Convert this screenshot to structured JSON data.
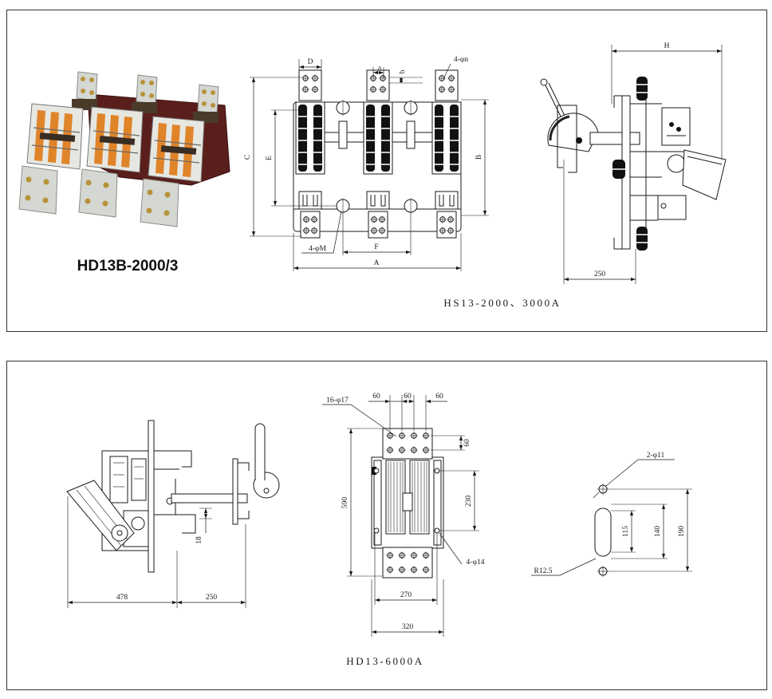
{
  "top_panel": {
    "photo_caption": "HD13B-2000/3",
    "front_view": {
      "dim_D": "D",
      "dim_a": "a",
      "dim_b": "b",
      "holes_n": "4-φn",
      "dim_C": "C",
      "dim_E": "E",
      "dim_B": "B",
      "holes_M": "4-φM",
      "dim_F": "F",
      "dim_A": "A"
    },
    "side_view": {
      "dim_H": "H",
      "dim_depth": "250"
    },
    "caption": "HS13-2000、3000A"
  },
  "bottom_panel": {
    "side_view": {
      "dim_18": "18",
      "dim_478": "478",
      "dim_250": "250"
    },
    "front_view": {
      "holes_17": "16-φ17",
      "pitch_left": "60",
      "pitch_mid": "60",
      "pitch_right": "60",
      "pitch_vertical": "60",
      "dim_590": "590",
      "dim_230": "230",
      "holes_14": "4-φ14",
      "dim_270": "270",
      "dim_320": "320"
    },
    "mount_detail": {
      "holes_11": "2-φ11",
      "dim_115": "115",
      "dim_140": "140",
      "dim_190": "190",
      "radius": "R12.5"
    },
    "caption": "HD13-6000A"
  },
  "colors": {
    "line": "#1a1a1a",
    "border": "#333333",
    "base_brown": "#5a1f1c",
    "contact_orange": "#e0842a",
    "terminal_silver": "#d4d7d2",
    "bolt_brass": "#b8923a"
  }
}
